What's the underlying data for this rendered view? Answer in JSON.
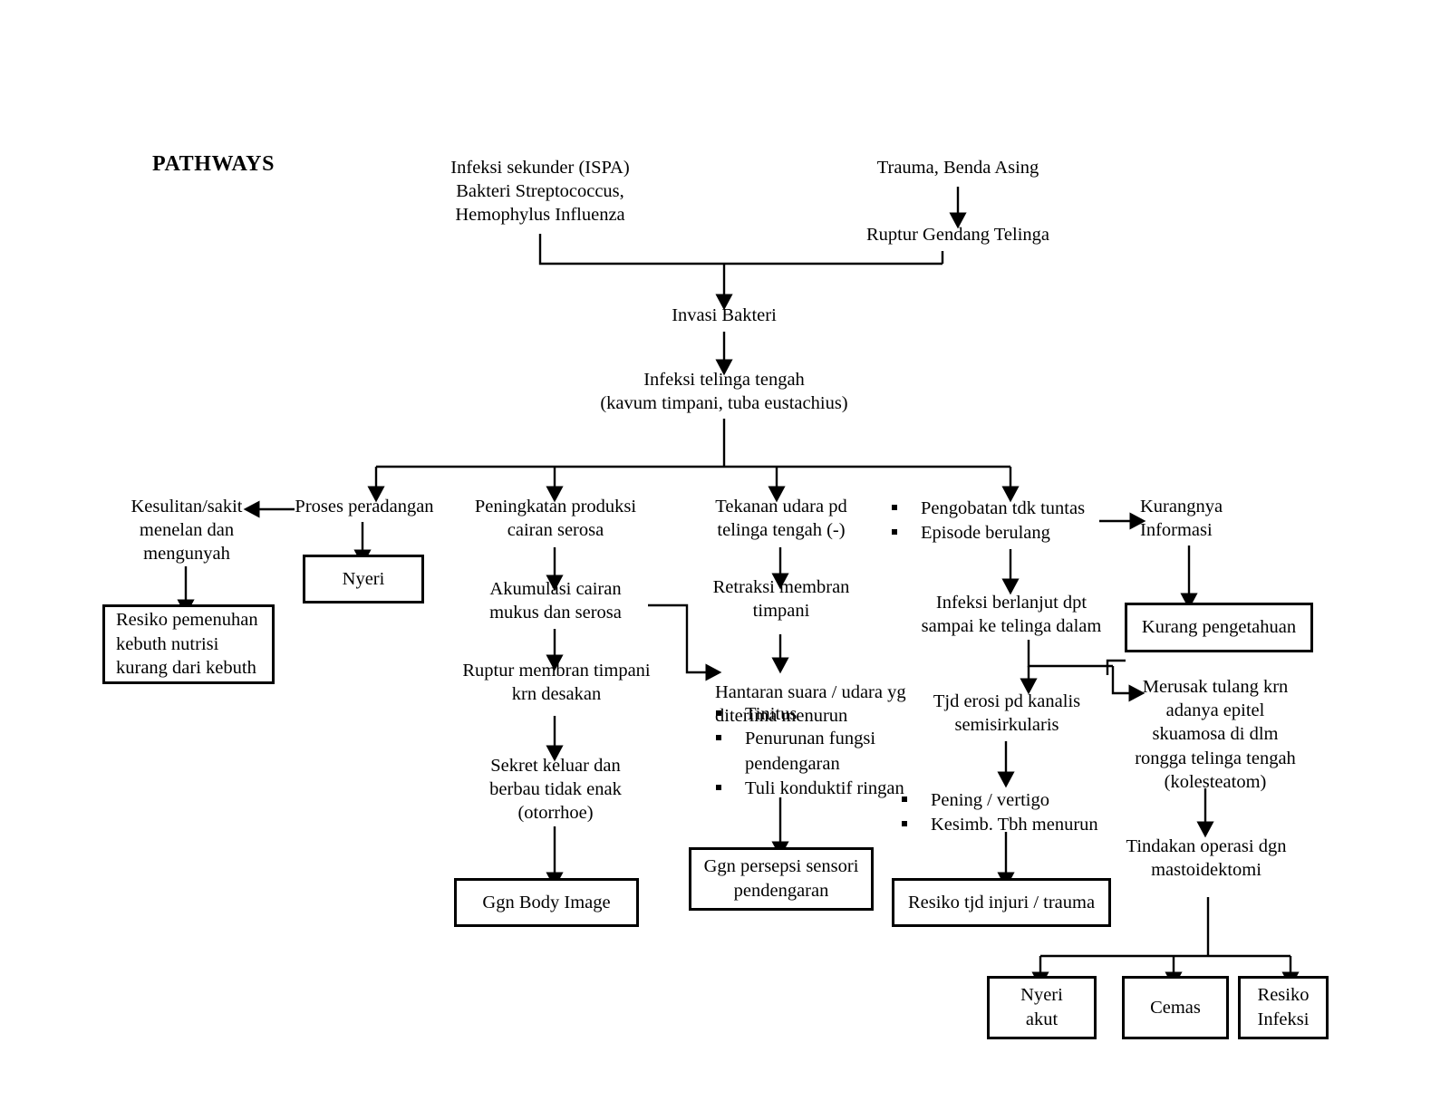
{
  "title": "PATHWAYS",
  "diagram": {
    "type": "flowchart",
    "orientation": "top-down",
    "nodes": {
      "infeksi_sekunder": "Infeksi sekunder (ISPA)\nBakteri Streptococcus,\nHemophylus Influenza",
      "trauma": "Trauma, Benda Asing",
      "ruptur_gendang": "Ruptur Gendang Telinga",
      "invasi_bakteri": "Invasi Bakteri",
      "infeksi_telinga_tengah": "Infeksi telinga tengah\n(kavum timpani, tuba eustachius)",
      "kesulitan_menelan": "Kesulitan/sakit\nmenelan dan\nmengunyah",
      "proses_peradangan": "Proses peradangan",
      "peningkatan_produksi": "Peningkatan produksi\ncairan serosa",
      "tekanan_udara": "Tekanan udara pd\ntelinga tengah (-)",
      "kurangnya_informasi": "Kurangnya\nInformasi",
      "akumulasi_cairan": "Akumulasi cairan\nmukus dan serosa",
      "retraksi_membran": "Retraksi membran\ntimpani",
      "infeksi_berlanjut": "Infeksi berlanjut dpt\nsampai ke telinga dalam",
      "ruptur_membran": "Ruptur membran timpani\nkrn desakan",
      "hantaran_suara": "Hantaran suara / udara yg\nditerima menurun",
      "tjd_erosi": "Tjd erosi pd kanalis\nsemisirkularis",
      "merusak_tulang": "Merusak tulang krn\nadanya epitel\nskuamosa di dlm\nrongga telinga tengah\n(kolesteatom)",
      "sekret_keluar": "Sekret keluar dan\nberbau tidak enak\n(otorrhoe)",
      "tindakan_operasi": "Tindakan operasi dgn\nmastoidektomi"
    },
    "bullet_groups": {
      "pengobatan": [
        "Pengobatan tdk tuntas",
        "Episode berulang"
      ],
      "hantaran_symptoms": [
        "Tinitus",
        "Penurunan fungsi\npendengaran",
        "Tuli konduktif ringan"
      ],
      "erosi_symptoms": [
        "Pening / vertigo",
        "Kesimb. Tbh menurun"
      ]
    },
    "boxes": {
      "nyeri": "Nyeri",
      "resiko_nutrisi": "Resiko pemenuhan\nkebuth nutrisi\nkurang dari kebuth",
      "kurang_pengetahuan": "Kurang pengetahuan",
      "ggn_body_image": "Ggn Body Image",
      "ggn_persepsi": "Ggn persepsi sensori\npendengaran",
      "resiko_injuri": "Resiko tjd injuri / trauma",
      "nyeri_akut": "Nyeri\nakut",
      "cemas": "Cemas",
      "resiko_infeksi": "Resiko\nInfeksi"
    },
    "colors": {
      "line": "#000000",
      "background": "#ffffff",
      "text": "#000000"
    }
  }
}
